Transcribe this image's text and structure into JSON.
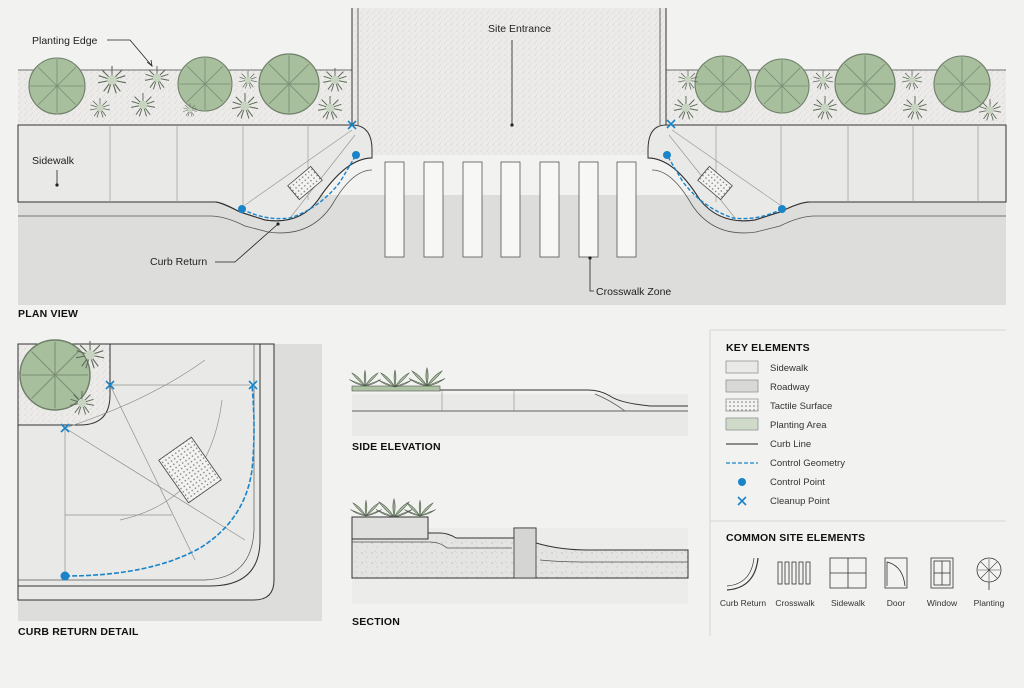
{
  "plan": {
    "title": "PLAN VIEW",
    "labels": {
      "planting_edge": "Planting Edge",
      "site_entrance": "Site Entrance",
      "sidewalk": "Sidewalk",
      "curb_return": "Curb Return",
      "crosswalk_zone": "Crosswalk Zone"
    }
  },
  "detail": {
    "title": "CURB RETURN DETAIL"
  },
  "side_elevation": {
    "title": "SIDE ELEVATION"
  },
  "section": {
    "title": "SECTION"
  },
  "legend": {
    "title": "KEY ELEMENTS",
    "items": [
      {
        "label": "Sidewalk",
        "icon": "sidewalk-swatch"
      },
      {
        "label": "Roadway",
        "icon": "roadway-swatch"
      },
      {
        "label": "Tactile Surface",
        "icon": "tactile-swatch"
      },
      {
        "label": "Planting Area",
        "icon": "planting-swatch"
      },
      {
        "label": "Curb Line",
        "icon": "curb-line"
      },
      {
        "label": "Control Geometry",
        "icon": "dashed-line"
      },
      {
        "label": "Control Point",
        "icon": "dot"
      },
      {
        "label": "Cleanup Point",
        "icon": "x-mark"
      }
    ]
  },
  "common": {
    "title": "COMMON SITE ELEMENTS",
    "items": [
      {
        "label": "Curb Return",
        "icon": "curb-return-icon"
      },
      {
        "label": "Crosswalk",
        "icon": "crosswalk-icon"
      },
      {
        "label": "Sidewalk",
        "icon": "sidewalk-icon"
      },
      {
        "label": "Door",
        "icon": "door-icon"
      },
      {
        "label": "Window",
        "icon": "window-icon"
      },
      {
        "label": "Planting",
        "icon": "planting-icon"
      }
    ]
  },
  "colors": {
    "background": "#f2f2f1",
    "roadway": "#dddddc",
    "sidewalk": "#e9e9e8",
    "planting": "#aec3a4",
    "control": "#1a84c8",
    "line": "#222222"
  }
}
